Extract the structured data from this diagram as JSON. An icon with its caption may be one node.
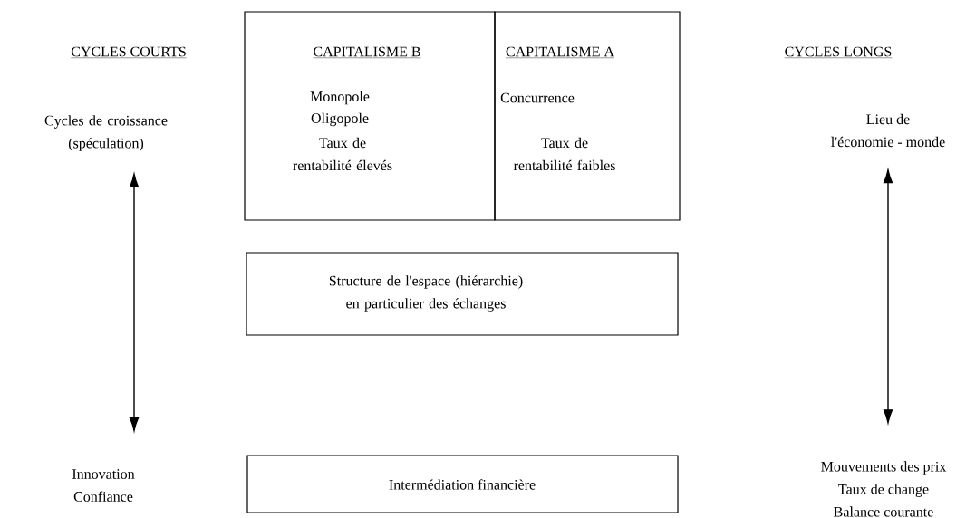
{
  "diagram": {
    "nodes": [
      {
        "text": [
          "CAPITALISME B",
          "Monopole",
          "Oligopole",
          "Taux de rentabilité élevés"
        ]
      },
      {
        "text": [
          "CAPITALISME A",
          "Concurrence",
          "Taux de rentabilité faibles"
        ]
      },
      {
        "text": [
          "Structure de l'espace (hiérarchie) en particulier des échanges"
        ]
      },
      {
        "text": [
          "Intermédiation financière"
        ]
      },
      {
        "text": [
          "Cycles de croissance (spéculation)"
        ]
      },
      {
        "text": [
          "Innovation",
          "Confiance"
        ]
      },
      {
        "text": [
          "Lieu de",
          "l'économie - monde"
        ]
      },
      {
        "text": [
          "Mouvements des prix",
          "Taux de change",
          "Balance courante"
        ]
      }
    ],
    "edges": [
      {
        "from": 4,
        "to": 5,
        "arrow": "both"
      },
      {
        "from": 6,
        "to": 7,
        "arrow": "both"
      }
    ],
    "labels": [
      "CYCLES COURTS",
      "CYCLES LONGS"
    ]
  }
}
